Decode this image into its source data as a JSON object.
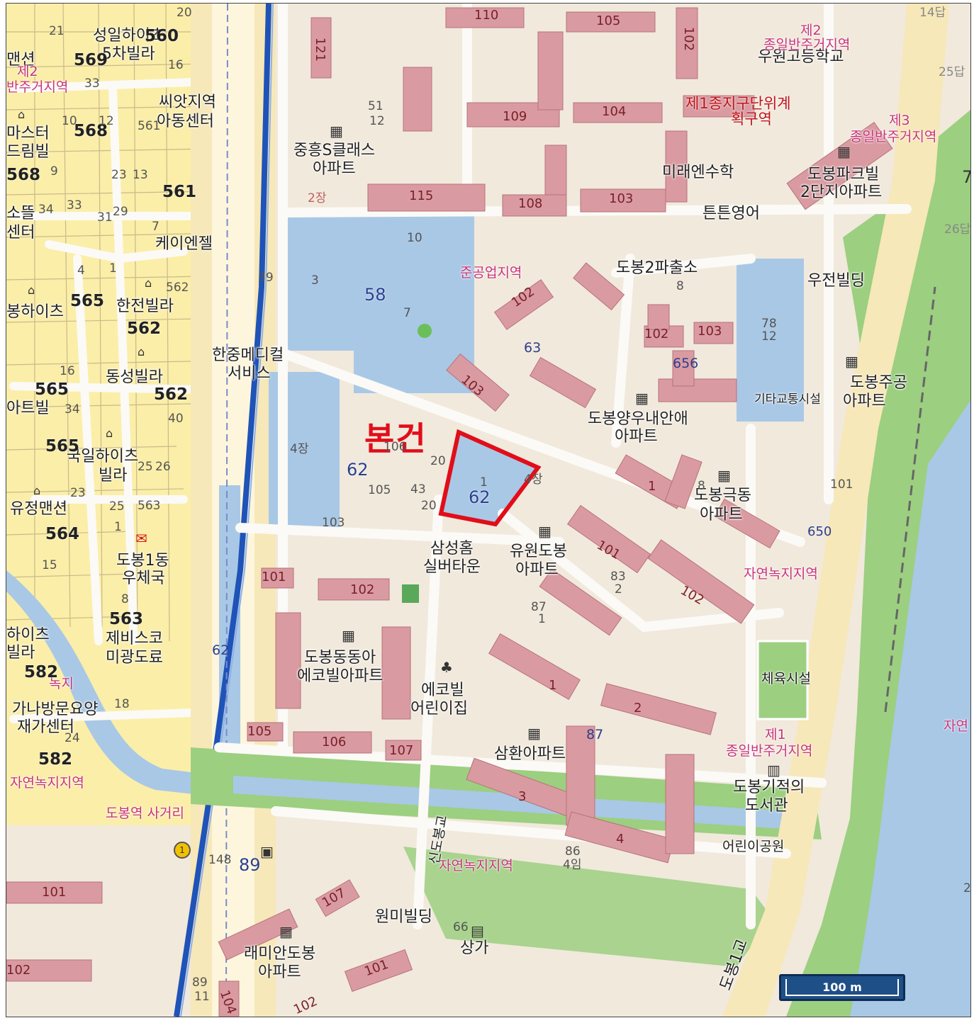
{
  "subject_label": "본건",
  "scale_label": "100 m",
  "colors": {
    "subject_outline": "#e10e1a",
    "background": "#f1e9dc",
    "residential_yellow": "#fbeea8",
    "water": "#a9c8e6",
    "park_green": "#9ccf80",
    "road": "#fbfaf6",
    "building": "#d99ba1",
    "railway_blue": "#1f53b8"
  },
  "labels": {
    "a": "중흥S클래스",
    "b": "아파트",
    "c": "미래엔수학",
    "d": "도봉파크빌",
    "e": "2단지아파트",
    "f": "튼튼영어",
    "g": "우원고등학교",
    "h": "도봉2파출소",
    "i": "우전빌딩",
    "j": "도봉주공",
    "k": "아파트",
    "l": "도봉양우내안애",
    "m": "아파트",
    "n": "도봉극동",
    "o": "아파트",
    "p": "유원도봉",
    "q": "아파트",
    "r": "삼성홈",
    "s": "실버타운",
    "t": "한중메디컬",
    "u": "서비스",
    "v": "도봉동동아",
    "w": "에코빌아파트",
    "x": "에코빌",
    "y": "어린이집",
    "z": "삼환아파트",
    "aa": "도봉기적의",
    "ab": "도서관",
    "ac": "원미빌딩",
    "ad": "상가",
    "ae": "래미안도봉",
    "af": "아파트",
    "ag": "도봉1동",
    "ah": "우체국",
    "ai": "제비스코",
    "aj": "미광도료",
    "ak": "가나방문요양",
    "al": "재가센터",
    "am": "성일하이츠",
    "an": "5차빌라",
    "ao": "씨앗지역",
    "ap": "아동센터",
    "aq": "케이엔젤",
    "ar": "한전빌라",
    "as": "동성빌라",
    "at": "국일하이츠",
    "au": "빌라",
    "av": "유정맨션",
    "aw": "도봉역 사거리",
    "ax": "도봉1교",
    "ay": "신도봉교",
    "az": "체육시설",
    "ba": "어린이공원",
    "bb": "기타교통시설",
    "bc": "드림빌",
    "bd": "맨션",
    "be": "봉하이츠",
    "bf": "아트빌",
    "bg": "마스터",
    "bh": "소뜰",
    "bi": "센터",
    "bj": "하이츠",
    "bk": "빌라"
  },
  "zones": {
    "z1": "준공업지역",
    "z2": "제1종지구단위계",
    "z3": "획구역",
    "z4": "제3",
    "z5": "종일반주거지역",
    "z6": "제2",
    "z7": "종일반주거지역",
    "z8": "자연녹지지역",
    "z9": "제1",
    "z10": "종일반주거지역",
    "z11": "자연녹지지역",
    "z12": "자연",
    "z13": "제2",
    "z14": "반주거지역",
    "z15": "자연녹지지역",
    "z16": "녹지"
  },
  "lots": {
    "l1": "569",
    "l2": "568",
    "l3": "560",
    "l4": "561",
    "l5": "568",
    "l6": "565",
    "l7": "562",
    "l8": "562",
    "l9": "565",
    "l10": "565",
    "l11": "564",
    "l12": "563",
    "l13": "563",
    "l14": "582",
    "l15": "582",
    "l16": "58",
    "l17": "62",
    "l18": "62",
    "l19": "63",
    "l20": "656",
    "l21": "650",
    "l22": "87",
    "l23": "62",
    "l24": "89",
    "l25": "66",
    "l26": "561",
    "l27": "562"
  },
  "numbers": {
    "n1": "110",
    "n2": "105",
    "n3": "102",
    "n4": "121",
    "n5": "109",
    "n6": "104",
    "n7": "115",
    "n8": "108",
    "n9": "103",
    "n10": "102",
    "n11": "102",
    "n12": "103",
    "n13": "103",
    "n14": "1",
    "n15": "101",
    "n16": "102",
    "n17": "101",
    "n18": "102",
    "n19": "105",
    "n20": "106",
    "n21": "107",
    "n22": "1",
    "n23": "2",
    "n24": "3",
    "n25": "4",
    "n26": "101",
    "n27": "102",
    "n28": "107",
    "n29": "101",
    "n30": "104",
    "n31": "102",
    "n32": "148",
    "s1": "20",
    "s2": "21",
    "s3": "16",
    "s4": "33",
    "s5": "10",
    "s6": "12",
    "s7": "9",
    "s8": "23",
    "s9": "13",
    "s10": "34",
    "s11": "33",
    "s12": "31",
    "s13": "29",
    "s14": "7",
    "s15": "4",
    "s16": "1",
    "s17": "16",
    "s18": "34",
    "s19": "40",
    "s20": "25",
    "s21": "26",
    "s22": "23",
    "s23": "25",
    "s24": "1",
    "s25": "15",
    "s26": "8",
    "s27": "18",
    "s28": "24",
    "s29": "3",
    "s30": "7",
    "s31": "10",
    "s32": "39",
    "s33": "51",
    "s34": "12",
    "s35": "2장",
    "s36": "4장",
    "s37": "106",
    "s38": "20",
    "s39": "105",
    "s40": "43",
    "s41": "20",
    "s42": "103",
    "s43": "1",
    "s44": "4장",
    "s45": "8",
    "s46": "78",
    "s47": "12",
    "s48": "83",
    "s49": "2",
    "s50": "87",
    "s51": "1",
    "s52": "86",
    "s53": "4임",
    "s54": "8",
    "s55": "101",
    "s56": "26답",
    "s57": "25답",
    "s58": "14답",
    "s59": "89",
    "s60": "11",
    "s61": "7",
    "s62": "2"
  }
}
